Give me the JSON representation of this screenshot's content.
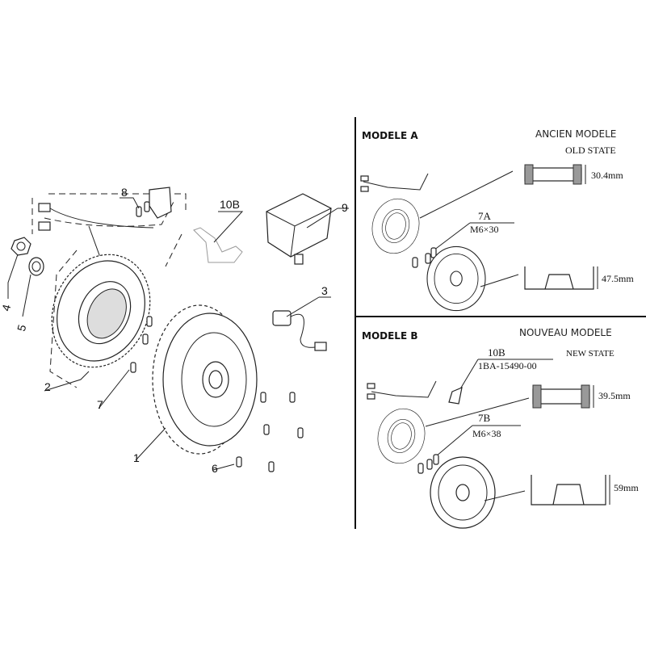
{
  "left_labels": {
    "p1": "1",
    "p2": "2",
    "p3": "3",
    "p4": "4",
    "p5": "5",
    "p6": "6",
    "p7": "7",
    "p8": "8",
    "p9": "9",
    "p10b": "10B"
  },
  "model_a": {
    "title": "MODELE A",
    "subtitle_fr": "ANCIEN MODELE",
    "subtitle_en": "OLD STATE",
    "stator_height": "30.4mm",
    "bolt_ref": "7A",
    "bolt_size": "M6×30",
    "rotor_height": "47.5mm"
  },
  "model_b": {
    "title": "MODELE B",
    "subtitle_fr": "NOUVEAU MODELE",
    "subtitle_en": "NEW STATE",
    "part_ref": "10B",
    "part_number": "1BA-15490-00",
    "stator_height": "39.5mm",
    "bolt_ref": "7B",
    "bolt_size": "M6×38",
    "rotor_height": "59mm"
  }
}
